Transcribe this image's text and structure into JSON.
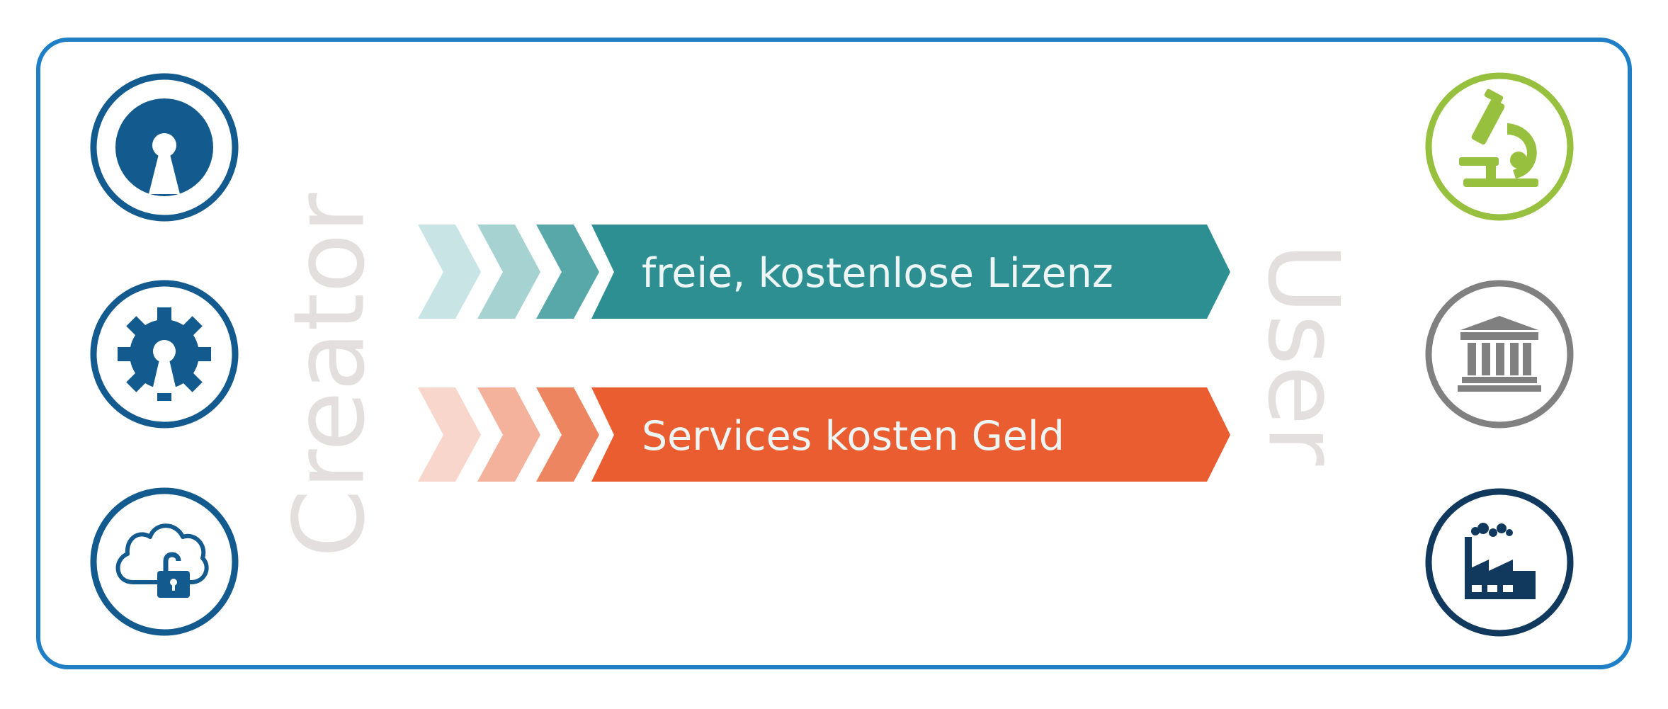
{
  "colors": {
    "frame": "#1f7fc6",
    "creator_blue": "#135a8e",
    "label_gray": "#e3dfde",
    "teal": "#2e8f93",
    "teal_chevrons": [
      "#c8e4e4",
      "#a6d2d1",
      "#58a8a9"
    ],
    "orange": "#e95d30",
    "orange_chevrons": [
      "#f9d6cb",
      "#f4b29d",
      "#ee8561"
    ],
    "user_green": "#96c03e",
    "user_gray": "#808080",
    "user_navy": "#11395d"
  },
  "labels": {
    "creator": "Creator",
    "user": "User",
    "license": "freie, kostenlose Lizenz",
    "services": "Services kosten Geld"
  },
  "icons": {
    "creator": [
      "open-source-icon",
      "gear-icon",
      "cloud-lock-icon"
    ],
    "user": [
      "microscope-icon",
      "institution-icon",
      "factory-icon"
    ]
  }
}
